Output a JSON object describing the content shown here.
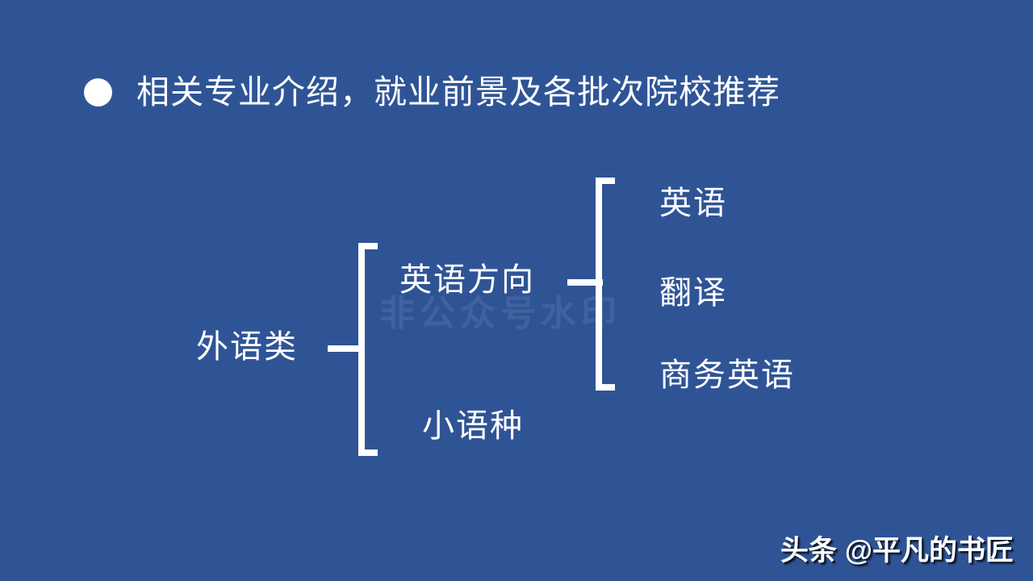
{
  "slide": {
    "background_color": "#2f5496",
    "text_color": "#ffffff"
  },
  "title": {
    "bullet": "●",
    "text": "相关专业介绍，就业前景及各批次院校推荐"
  },
  "diagram": {
    "type": "bracket-tree",
    "root": "外语类",
    "level1": [
      "英语方向",
      "小语种"
    ],
    "level2": [
      "英语",
      "翻译",
      "商务英语"
    ],
    "line_color": "#ffffff"
  },
  "background_watermark": {
    "text": "非公众号水印"
  },
  "corner_watermark": {
    "platform": "头条",
    "handle": "@平凡的书匠"
  }
}
